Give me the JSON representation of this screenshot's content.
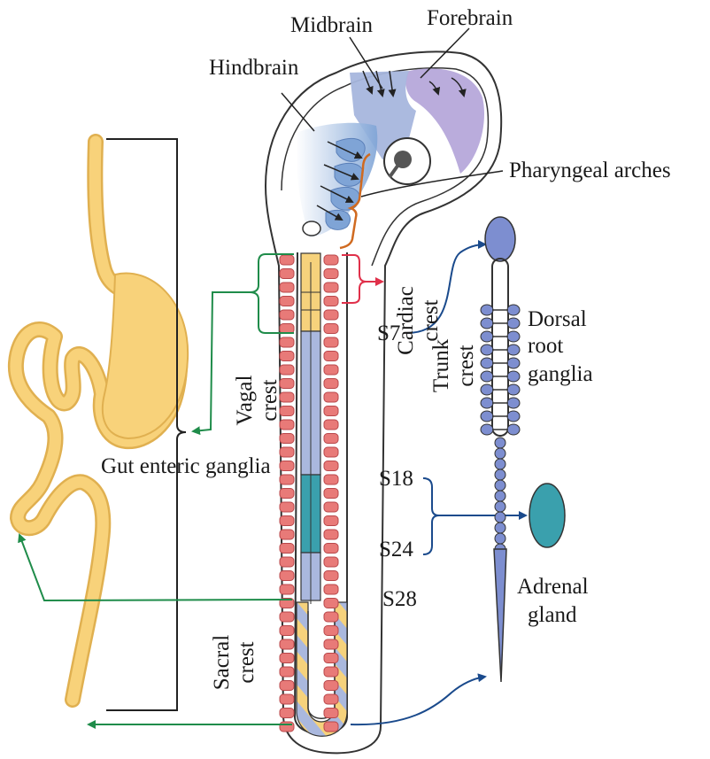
{
  "labels": {
    "forebrain": "Forebrain",
    "midbrain": "Midbrain",
    "hindbrain": "Hindbrain",
    "pharyngeal_arches": "Pharyngeal arches",
    "cardiac_crest_line1": "Cardiac",
    "cardiac_crest_line2": "crest",
    "s7": "S7",
    "dorsal_root_ganglia_line1": "Dorsal",
    "dorsal_root_ganglia_line2": "root",
    "dorsal_root_ganglia_line3": "ganglia",
    "trunk_crest_line1": "Trunk",
    "trunk_crest_line2": "crest",
    "vagal_crest_line1": "Vagal",
    "vagal_crest_line2": "crest",
    "gut_enteric_ganglia": "Gut enteric ganglia",
    "s18": "S18",
    "s24": "S24",
    "s28": "S28",
    "adrenal_gland_line1": "Adrenal",
    "adrenal_gland_line2": "gland",
    "sacral_crest_line1": "Sacral",
    "sacral_crest_line2": "crest"
  },
  "colors": {
    "gut": "#f8d27a",
    "gut_outline": "#e0b050",
    "somite": "#e87a78",
    "somite_outline": "#b8474a",
    "neural_tube_blue": "#aab8de",
    "neural_tube_yellow": "#f6d27c",
    "adrenal": "#3aa0ad",
    "adrenal_band": "#2f8f9b",
    "forebrain": "#b3a3d8",
    "midbrain": "#a6b6dd",
    "hindbrain": "#7fa4d6",
    "drg": "#7d8ed0",
    "green_arrow": "#1f8c4a",
    "blue_arrow": "#1a4a8c",
    "red_arrow": "#e0304a",
    "orange_bracket": "#d06a20",
    "outline": "#333333"
  }
}
